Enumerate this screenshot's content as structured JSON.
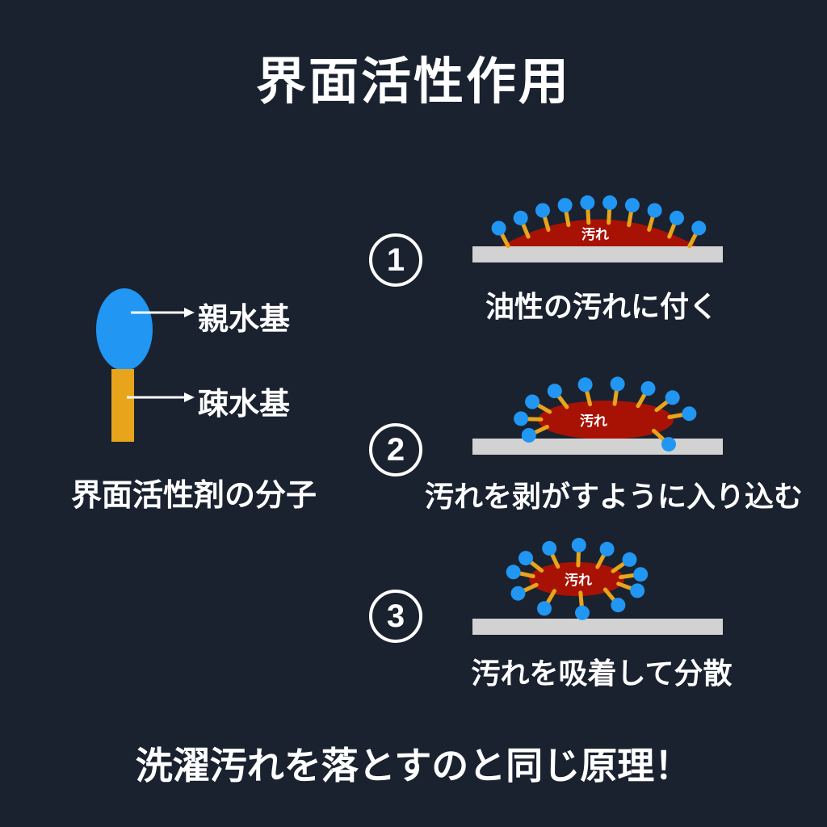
{
  "title": "界面活性作用",
  "footer": "洗濯汚れを落とすのと同じ原理！",
  "colors": {
    "background": "#1a2230",
    "text": "#ffffff",
    "hydrophilic_head_blue": "#2196f3",
    "hydrophobic_tail_orange": "#e8a41b",
    "dirt_red": "#a81205",
    "surface_gray": "#d2d2d2"
  },
  "molecule_diagram": {
    "hydrophilic_label": "親水基",
    "hydrophobic_label": "疎水基",
    "caption": "界面活性剤の分子"
  },
  "steps": [
    {
      "number": "1",
      "dirt_label": "汚れ",
      "caption": "油性の汚れに付く"
    },
    {
      "number": "2",
      "dirt_label": "汚れ",
      "caption": "汚れを剥がすように入り込む"
    },
    {
      "number": "3",
      "dirt_label": "汚れ",
      "caption": "汚れを吸着して分散"
    }
  ]
}
